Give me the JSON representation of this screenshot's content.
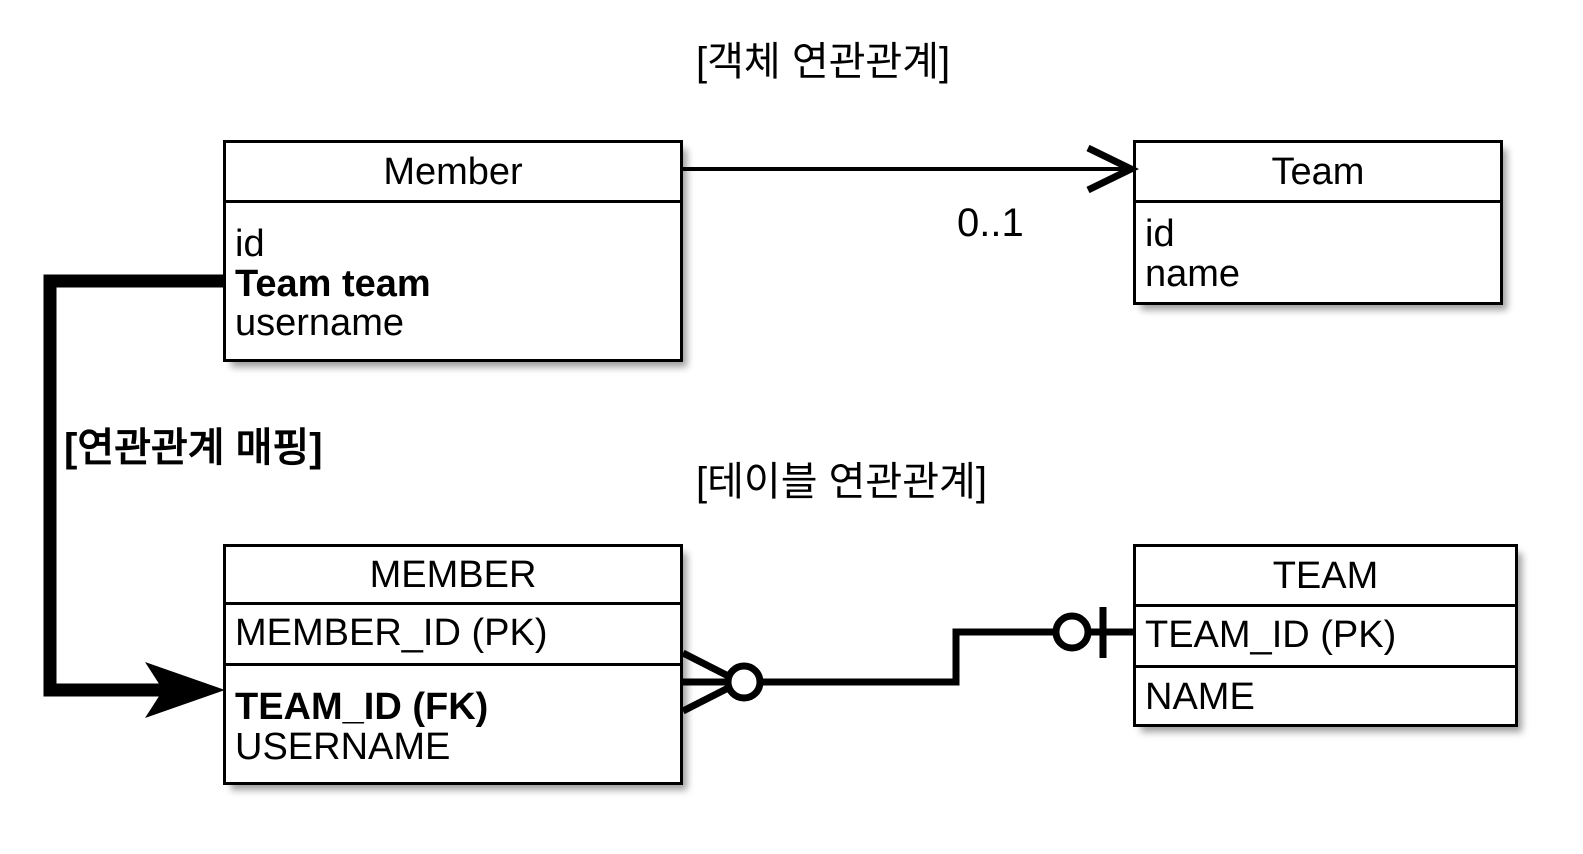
{
  "diagram": {
    "object_section_title": "[객체 연관관계]",
    "table_section_title": "[테이블 연관관계]",
    "mapping_label": "[연관관계 매핑]",
    "multiplicity_label": "0..1"
  },
  "object_model": {
    "member_entity": {
      "title": "Member",
      "fields": [
        {
          "name": "id",
          "bold": false
        },
        {
          "name": "Team team",
          "bold": true
        },
        {
          "name": "username",
          "bold": false
        }
      ]
    },
    "team_entity": {
      "title": "Team",
      "fields": [
        {
          "name": "id",
          "bold": false
        },
        {
          "name": "name",
          "bold": false
        }
      ]
    }
  },
  "table_model": {
    "member_table": {
      "title": "MEMBER",
      "pk_section": [
        {
          "name": "MEMBER_ID (PK)",
          "bold": false
        }
      ],
      "column_section": [
        {
          "name": "TEAM_ID (FK)",
          "bold": true
        },
        {
          "name": "USERNAME",
          "bold": false
        }
      ]
    },
    "team_table": {
      "title": "TEAM",
      "pk_section": [
        {
          "name": "TEAM_ID (PK)",
          "bold": false
        }
      ],
      "column_section": [
        {
          "name": "NAME",
          "bold": false
        }
      ]
    }
  },
  "connectors": {
    "object_association": {
      "icon": "open-arrow-icon",
      "from": "Member",
      "to": "Team"
    },
    "table_relationship": {
      "source_icon": "crows-foot-zero-many-icon",
      "target_icon": "one-and-only-one-icon"
    },
    "mapping_arrow": {
      "icon": "thick-solid-arrow-icon"
    }
  },
  "colors": {
    "stroke": "#000000",
    "background": "#ffffff"
  }
}
